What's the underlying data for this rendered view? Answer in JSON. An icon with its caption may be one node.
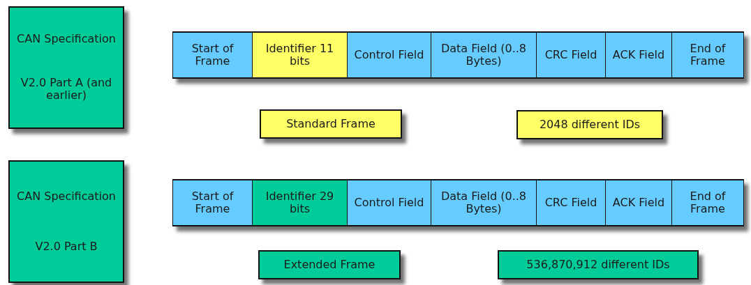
{
  "diagram": {
    "nodes": [
      {
        "text": [
          "CAN Specification",
          "V2.0 Part A (and earlier)"
        ]
      },
      {
        "text": [
          "Start of Frame"
        ]
      },
      {
        "text": [
          "Identifier 11 bits"
        ]
      },
      {
        "text": [
          "Control Field"
        ]
      },
      {
        "text": [
          "Data Field (0..8 Bytes)"
        ]
      },
      {
        "text": [
          "CRC Field"
        ]
      },
      {
        "text": [
          "ACK Field"
        ]
      },
      {
        "text": [
          "End of Frame"
        ]
      },
      {
        "text": [
          "Standard Frame"
        ]
      },
      {
        "text": [
          "2048 different IDs"
        ]
      },
      {
        "text": [
          "CAN Specification",
          "V2.0 Part B"
        ]
      },
      {
        "text": [
          "Start of Frame"
        ]
      },
      {
        "text": [
          "Identifier 29 bits"
        ]
      },
      {
        "text": [
          "Control Field"
        ]
      },
      {
        "text": [
          "Data Field (0..8 Bytes)"
        ]
      },
      {
        "text": [
          "CRC Field"
        ]
      },
      {
        "text": [
          "ACK Field"
        ]
      },
      {
        "text": [
          "End of Frame"
        ]
      },
      {
        "text": [
          "Extended Frame"
        ]
      },
      {
        "text": [
          "536,870,912 different IDs"
        ]
      }
    ]
  }
}
